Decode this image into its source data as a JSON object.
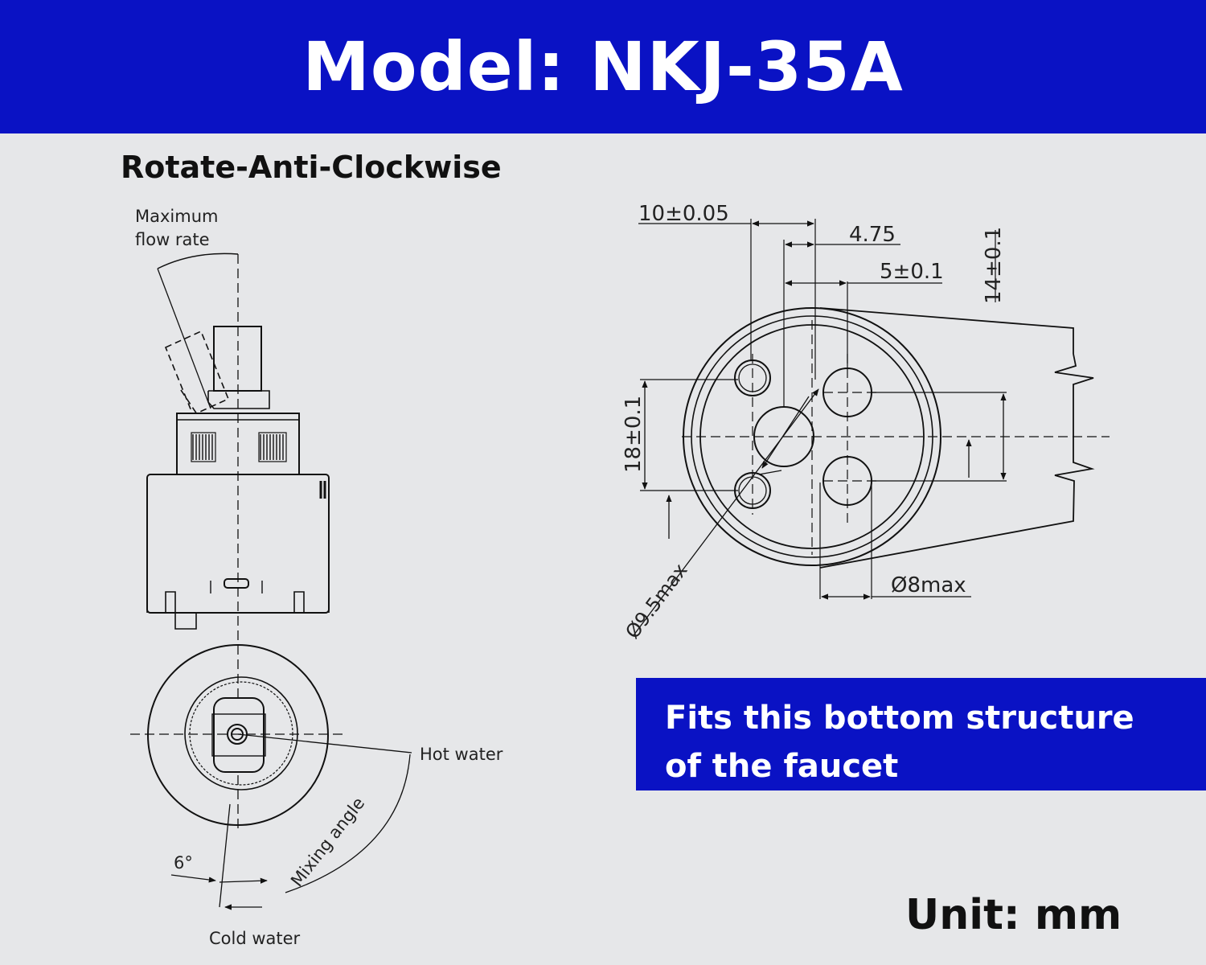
{
  "header": {
    "title": "Model: NKJ-35A"
  },
  "side_view": {
    "heading": "Rotate-Anti-Clockwise",
    "flow_label_line1": "Maximum",
    "flow_label_line2": "flow rate"
  },
  "bottom_view": {
    "hot_water": "Hot water",
    "cold_water": "Cold water",
    "mixing_angle": "Mixing angle",
    "angle": "6°"
  },
  "dimensions": {
    "d1": "10±0.05",
    "d2": "4.75",
    "d3": "5±0.1",
    "d4": "14±0.1",
    "d5": "18±0.1",
    "d6": "Ø9.5max",
    "d7": "Ø8max"
  },
  "callout": {
    "line1": "Fits this bottom structure",
    "line2": "of the faucet"
  },
  "unit": "Unit: mm",
  "colors": {
    "banner_blue": "#0a12c4",
    "background": "#e6e7e9",
    "line": "#111111"
  }
}
